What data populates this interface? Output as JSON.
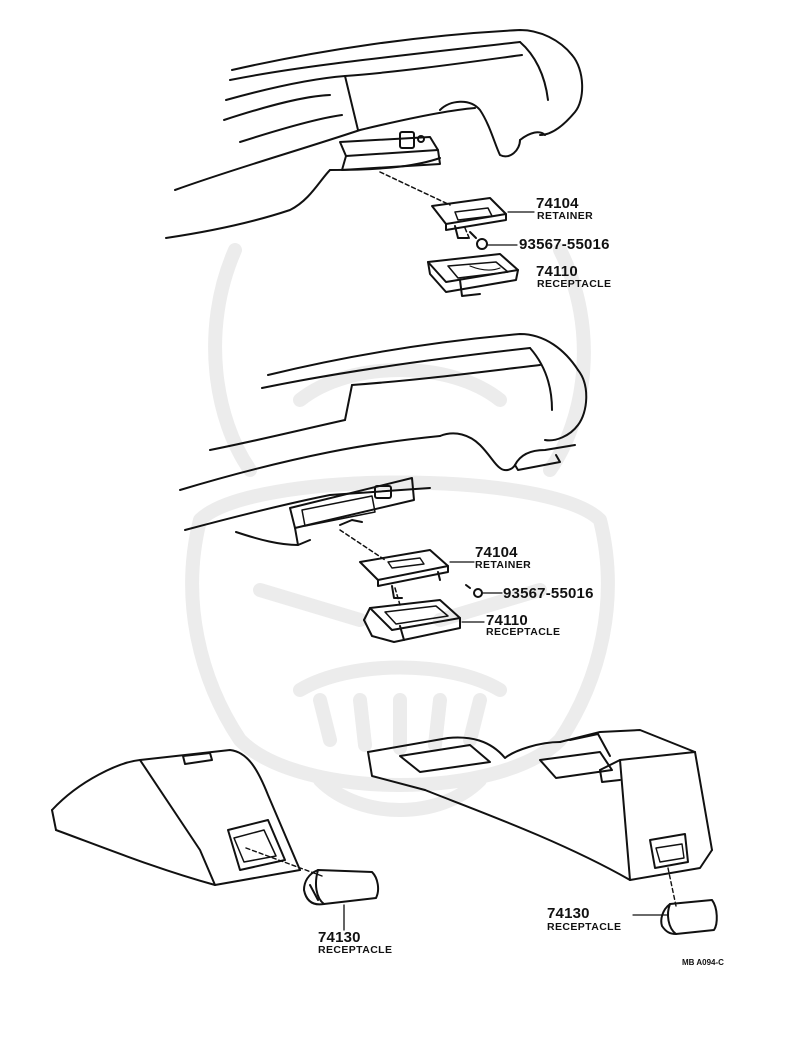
{
  "diagram": {
    "drawing_code": "MB A094-C",
    "callouts": {
      "top_retainer": {
        "number": "74104",
        "name": "RETAINER"
      },
      "top_screw": {
        "number": "93567-55016"
      },
      "top_receptacle": {
        "number": "74110",
        "name": "RECEPTACLE"
      },
      "mid_retainer": {
        "number": "74104",
        "name": "RETAINER"
      },
      "mid_screw": {
        "number": "93567-55016"
      },
      "mid_receptacle": {
        "number": "74110",
        "name": "RECEPTACLE"
      },
      "left_console_receptacle": {
        "number": "74130",
        "name": "RECEPTACLE"
      },
      "right_console_receptacle": {
        "number": "74130",
        "name": "RECEPTACLE"
      }
    }
  }
}
